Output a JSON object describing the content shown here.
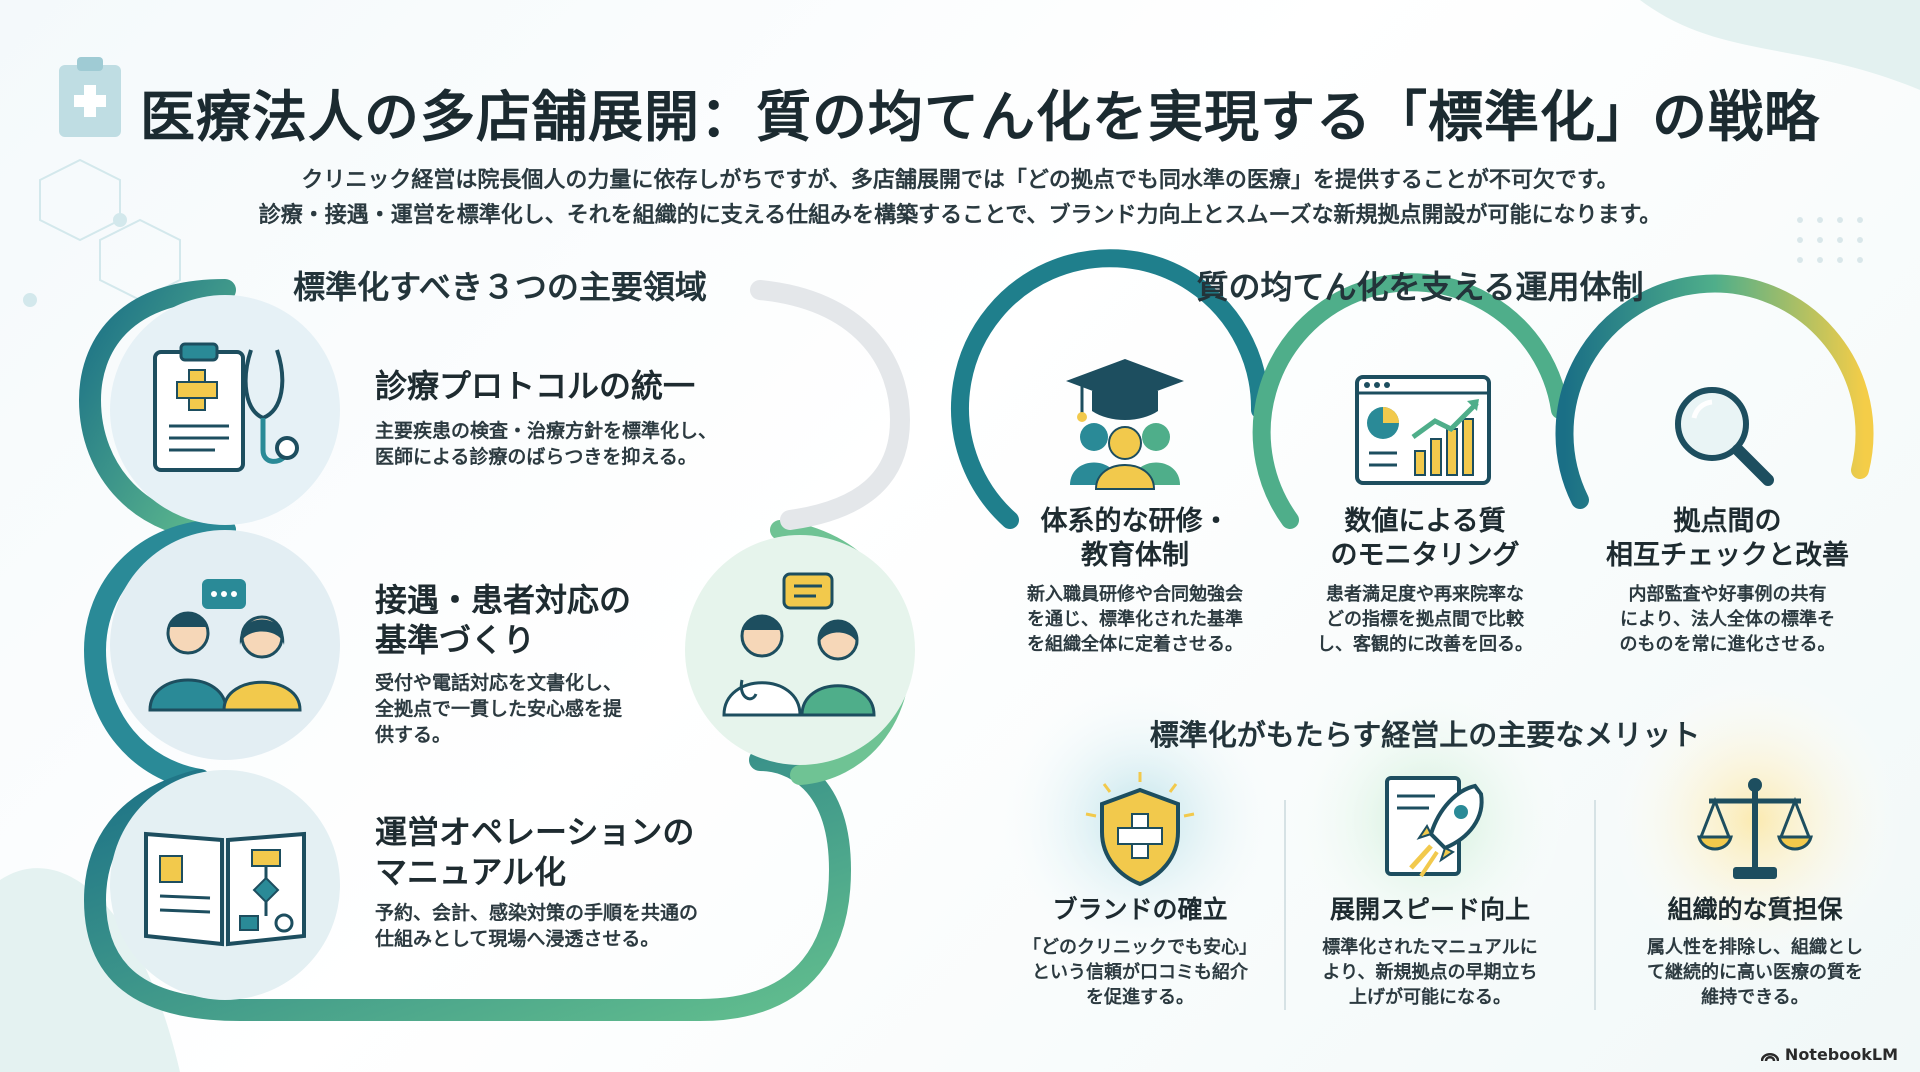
{
  "title": "医療法人の多店舗展開：質の均てん化を実現する「標準化」の戦略",
  "intro": [
    "クリニック経営は院長個人の力量に依存しがちですが、多店舗展開では「どの拠点でも同水準の医療」を提供することが不可欠です。",
    "診療・接遇・運営を標準化し、それを組織的に支える仕組みを構築することで、ブランド力向上とスムーズな新規拠点開設が可能になります。"
  ],
  "left": {
    "title": "標準化すべき３つの主要領域",
    "items": [
      {
        "icon": "clipboard-stethoscope-icon",
        "title": [
          "診療プロトコルの統一"
        ],
        "desc": [
          "主要疾患の検査・治療方針を標準化し、",
          "医師による診療のばらつきを抑える。"
        ]
      },
      {
        "icon": "staff-speech-icon",
        "title": [
          "接遇・患者対応の",
          "基準づくり"
        ],
        "desc": [
          "受付や電話対応を文書化し、",
          "全拠点で一貫した安心感を提",
          "供する。"
        ]
      },
      {
        "icon": "manual-flowchart-icon",
        "title": [
          "運営オペレーションの",
          "マニュアル化"
        ],
        "desc": [
          "予約、会計、感染対策の手順を共通の",
          "仕組みとして現場へ浸透させる。"
        ]
      }
    ]
  },
  "right": {
    "title": "質の均てん化を支える運用体制",
    "pillars": [
      {
        "icon": "graduation-team-icon",
        "title": [
          "体系的な研修・",
          "教育体制"
        ],
        "desc": [
          "新入職員研修や合同勉強会",
          "を通じ、標準化された基準",
          "を組織全体に定着させる。"
        ]
      },
      {
        "icon": "dashboard-chart-icon",
        "title": [
          "数値による質",
          "のモニタリング"
        ],
        "desc": [
          "患者満足度や再来院率な",
          "どの指標を拠点間で比較",
          "し、客観的に改善を回る。"
        ]
      },
      {
        "icon": "magnifier-icon",
        "title": [
          "拠点間の",
          "相互チェックと改善"
        ],
        "desc": [
          "内部監査や好事例の共有",
          "により、法人全体の標準そ",
          "のものを常に進化させる。"
        ]
      }
    ]
  },
  "merits": {
    "title": "標準化がもたらす経営上の主要なメリット",
    "items": [
      {
        "icon": "shield-cross-icon",
        "title": "ブランドの確立",
        "desc": [
          "「どのクリニックでも安心」",
          "という信頼が口コミも紹介",
          "を促進する。"
        ]
      },
      {
        "icon": "rocket-document-icon",
        "title": "展開スピード向上",
        "desc": [
          "標準化されたマニュアルに",
          "より、新規拠点の早期立ち",
          "上げが可能になる。"
        ]
      },
      {
        "icon": "balance-scale-icon",
        "title": "組織的な質担保",
        "desc": [
          "属人性を排除し、組織とし",
          "て継続的に高い医療の質を",
          "維持できる。"
        ]
      }
    ]
  },
  "brand": "NotebookLM",
  "colors": {
    "teal": "#1f7f8c",
    "green": "#5fb98a",
    "yellow": "#f2c94c",
    "navy": "#1d4e5f"
  }
}
